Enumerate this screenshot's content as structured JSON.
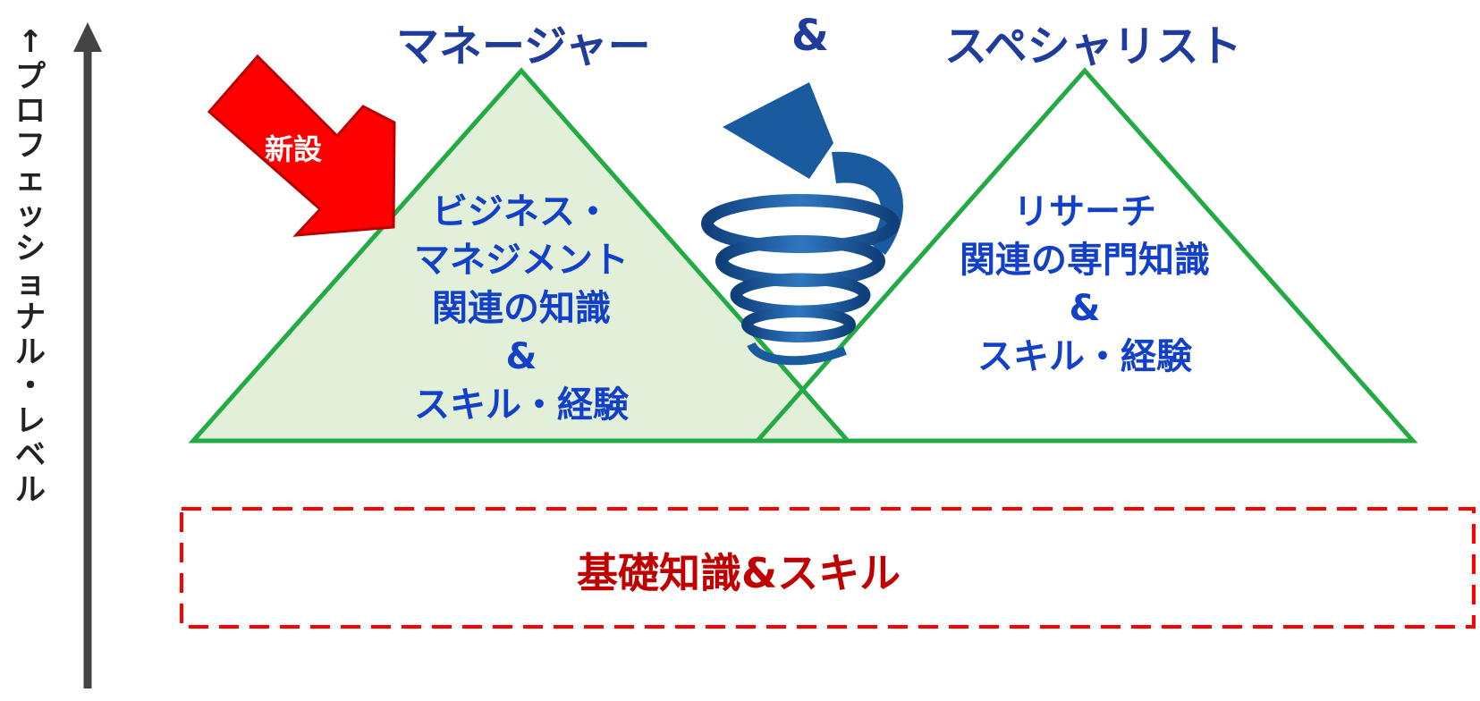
{
  "axis": {
    "label": "↑\nプ\nロ\nフ\nェ\nッ\nシ\nョ\nナ\nル\n・\nレ\nベ\nル"
  },
  "headings": {
    "manager": "マネージャー",
    "and": "&",
    "specialist": "スペシャリスト"
  },
  "new_badge": {
    "label": "新設"
  },
  "left_triangle": {
    "text": "ビジネス・\nマネジメント\n関連の知識\n&\nスキル・経験"
  },
  "right_triangle": {
    "text": "リサーチ\n関連の専門知識\n&\nスキル・経験"
  },
  "foundation": {
    "label": "基礎知識&スキル"
  },
  "colors": {
    "triangle_stroke": "#22aa44",
    "left_fill": "#e2efd9",
    "heading": "#1f3b9c",
    "body_text": "#1340c8",
    "arrow_red": "#ff0000",
    "spiral_blue": "#1a5a9e",
    "foundation_red": "#c00000",
    "axis": "#444444"
  },
  "icons": {
    "axis_arrow": "up-arrow-icon",
    "new_arrow": "red-arrow-icon",
    "spiral": "spiral-arrow-icon"
  }
}
